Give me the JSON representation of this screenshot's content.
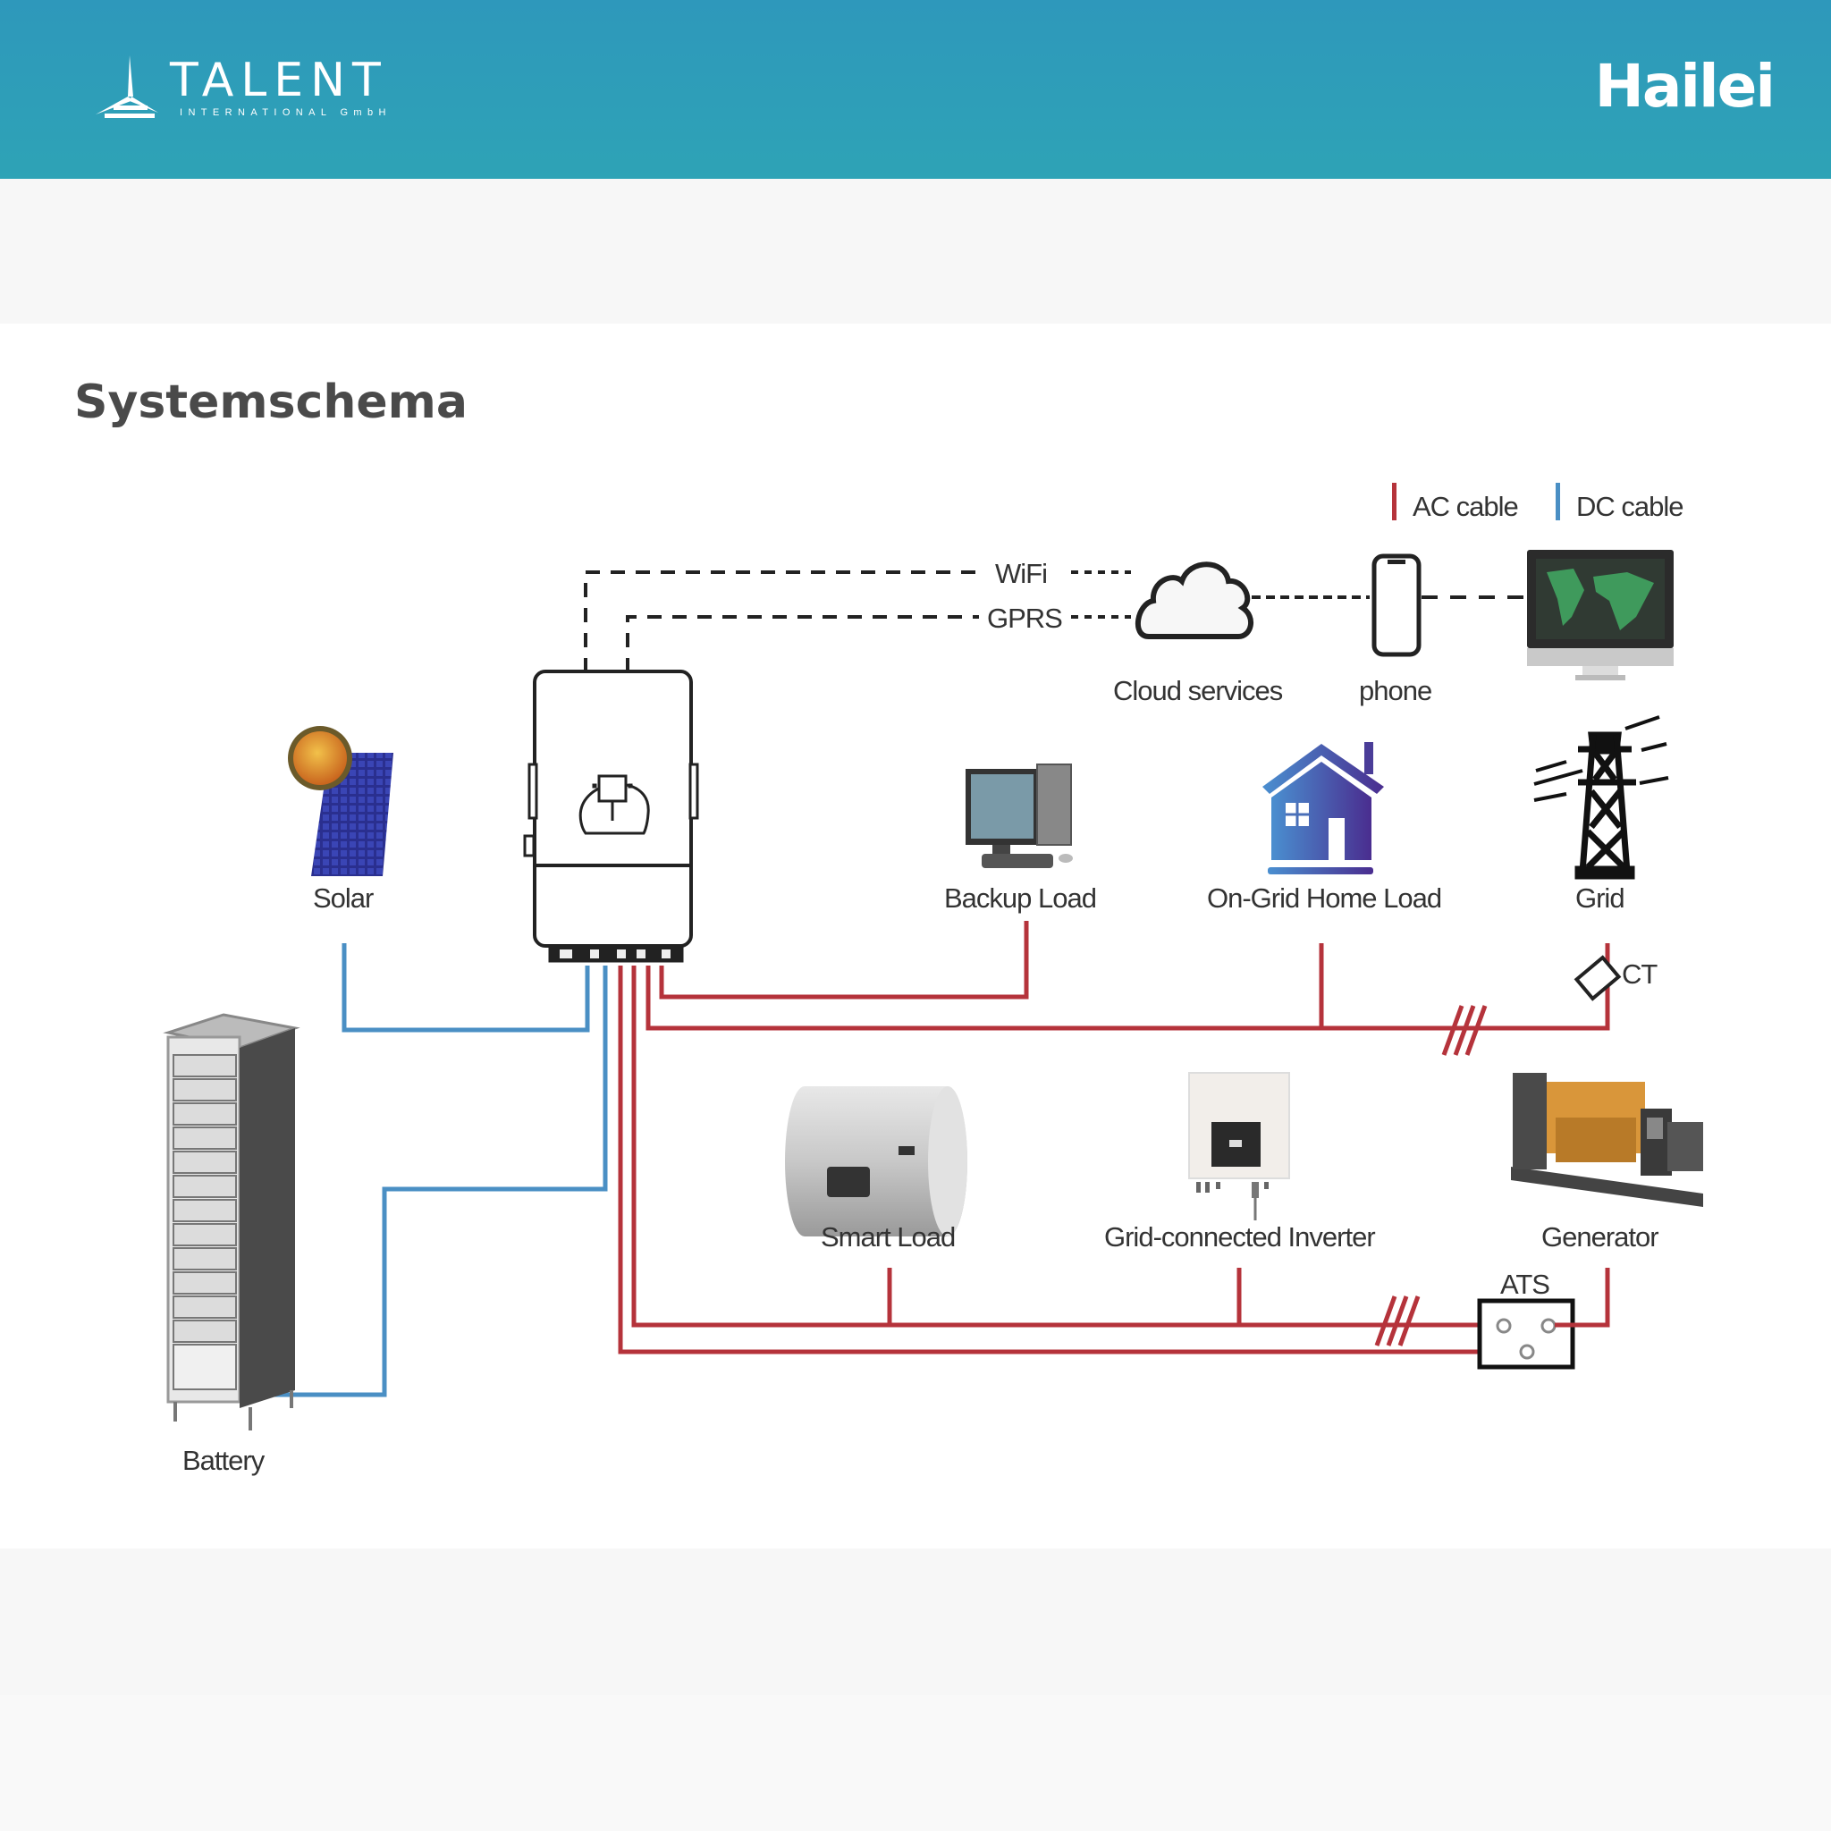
{
  "header": {
    "left_logo": {
      "name": "TALENT",
      "subtitle": "INTERNATIONAL GmbH"
    },
    "right_logo": {
      "name": "Hailei"
    },
    "background_color": "#2e9cba"
  },
  "page": {
    "section_title": "Systemschema"
  },
  "diagram": {
    "legend": [
      {
        "label": "AC cable",
        "color": "#b5333b"
      },
      {
        "label": "DC cable",
        "color": "#4a8fc4"
      }
    ],
    "communication": {
      "wifi_label": "WiFi",
      "gprs_label": "GPRS"
    },
    "nodes": {
      "cloud": "Cloud services",
      "phone": "phone",
      "solar": "Solar",
      "backup_load": "Backup Load",
      "on_grid_home_load": "On-Grid Home Load",
      "grid": "Grid",
      "ct": "CT",
      "smart_load": "Smart Load",
      "grid_connected_inverter": "Grid-connected Inverter",
      "generator": "Generator",
      "ats": "ATS",
      "battery": "Battery"
    }
  }
}
